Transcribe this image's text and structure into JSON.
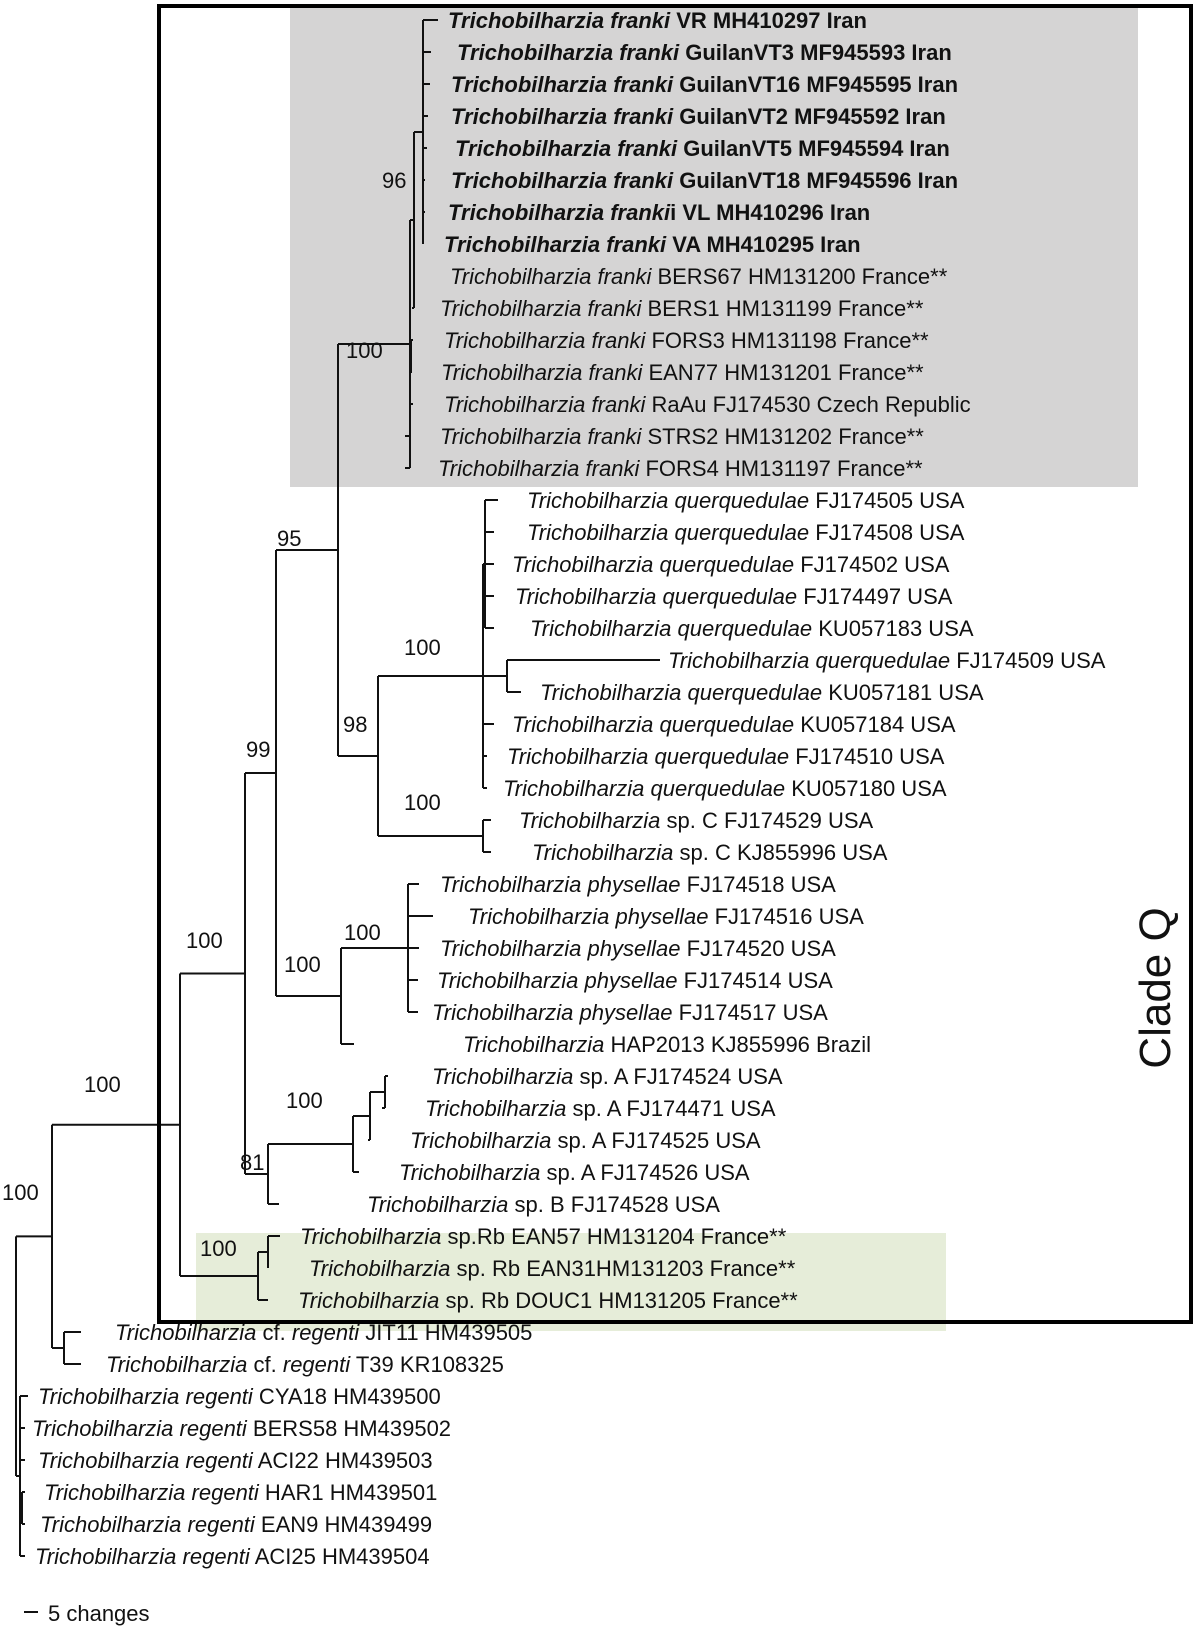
{
  "colors": {
    "franki_highlight": "#d5d4d4",
    "rb_highlight": "#e6edd9",
    "branch": "#111111",
    "clade_box": "#000000"
  },
  "clade_label": "Clade Q",
  "scale_label": "5 changes",
  "taxa": [
    {
      "genus": "Trichobilharzia",
      "epithet": " franki",
      "rest": " VR MH410297 Iran",
      "bold": true
    },
    {
      "genus": "Trichobilharzia",
      "epithet": " franki",
      "rest": " GuilanVT3 MF945593 Iran",
      "bold": true
    },
    {
      "genus": "Trichobilharzia",
      "epithet": " franki",
      "rest": " GuilanVT16 MF945595 Iran",
      "bold": true
    },
    {
      "genus": "Trichobilharzia",
      "epithet": " franki",
      "rest": " GuilanVT2 MF945592 Iran",
      "bold": true
    },
    {
      "genus": "Trichobilharzia",
      "epithet": " franki",
      "rest": " GuilanVT5 MF945594 Iran",
      "bold": true
    },
    {
      "genus": "Trichobilharzia",
      "epithet": " franki",
      "rest": " GuilanVT18 MF945596 Iran",
      "bold": true
    },
    {
      "genus": "Trichobilharzia",
      "epithet": " franki",
      "rest": "i VL MH410296 Iran",
      "bold": true
    },
    {
      "genus": "Trichobilharzia",
      "epithet": " franki",
      "rest": " VA MH410295 Iran",
      "bold": true
    },
    {
      "genus": "Trichobilharzia",
      "epithet": " franki",
      "rest": " BERS67 HM131200 France**",
      "bold": false
    },
    {
      "genus": "Trichobilharzia",
      "epithet": " franki",
      "rest": " BERS1 HM131199 France**",
      "bold": false
    },
    {
      "genus": "Trichobilharzia",
      "epithet": " franki",
      "rest": " FORS3 HM131198 France**",
      "bold": false
    },
    {
      "genus": "Trichobilharzia",
      "epithet": " franki",
      "rest": " EAN77 HM131201 France**",
      "bold": false
    },
    {
      "genus": "Trichobilharzia",
      "epithet": " franki",
      "rest": " RaAu FJ174530 Czech Republic",
      "bold": false
    },
    {
      "genus": "Trichobilharzia",
      "epithet": " franki",
      "rest": " STRS2 HM131202 France**",
      "bold": false
    },
    {
      "genus": "Trichobilharzia",
      "epithet": " franki",
      "rest": " FORS4 HM131197 France**",
      "bold": false
    },
    {
      "genus": "Trichobilharzia",
      "epithet": " querquedulae",
      "rest": " FJ174505 USA",
      "bold": false
    },
    {
      "genus": "Trichobilharzia",
      "epithet": " querquedulae",
      "rest": " FJ174508 USA",
      "bold": false
    },
    {
      "genus": "Trichobilharzia",
      "epithet": " querquedulae",
      "rest": " FJ174502 USA",
      "bold": false
    },
    {
      "genus": "Trichobilharzia",
      "epithet": " querquedulae",
      "rest": " FJ174497 USA",
      "bold": false
    },
    {
      "genus": "Trichobilharzia",
      "epithet": " querquedulae",
      "rest": " KU057183 USA",
      "bold": false
    },
    {
      "genus": "Trichobilharzia",
      "epithet": " querquedulae",
      "rest": " FJ174509 USA",
      "bold": false
    },
    {
      "genus": "Trichobilharzia",
      "epithet": " querquedulae",
      "rest": " KU057181 USA",
      "bold": false
    },
    {
      "genus": "Trichobilharzia",
      "epithet": " querquedulae",
      "rest": " KU057184 USA",
      "bold": false
    },
    {
      "genus": "Trichobilharzia",
      "epithet": " querquedulae",
      "rest": " FJ174510 USA",
      "bold": false
    },
    {
      "genus": "Trichobilharzia",
      "epithet": " querquedulae",
      "rest": " KU057180 USA",
      "bold": false
    },
    {
      "genus": "Trichobilharzia",
      "epithet": "",
      "rest": " sp. C  FJ174529 USA",
      "bold": false
    },
    {
      "genus": "Trichobilharzia",
      "epithet": "",
      "rest": " sp. C  KJ855996 USA",
      "bold": false
    },
    {
      "genus": "Trichobilharzia",
      "epithet": " physellae",
      "rest": " FJ174518 USA",
      "bold": false
    },
    {
      "genus": "Trichobilharzia",
      "epithet": " physellae",
      "rest": " FJ174516 USA",
      "bold": false
    },
    {
      "genus": "Trichobilharzia",
      "epithet": " physellae",
      "rest": " FJ174520 USA",
      "bold": false
    },
    {
      "genus": "Trichobilharzia",
      "epithet": " physellae",
      "rest": " FJ174514 USA",
      "bold": false
    },
    {
      "genus": "Trichobilharzia",
      "epithet": " physellae",
      "rest": " FJ174517 USA",
      "bold": false
    },
    {
      "genus": "Trichobilharzia",
      "epithet": "",
      "rest": " HAP2013 KJ855996 Brazil",
      "bold": false
    },
    {
      "genus": "Trichobilharzia",
      "epithet": "",
      "rest": " sp. A FJ174524 USA",
      "bold": false
    },
    {
      "genus": "Trichobilharzia",
      "epithet": "",
      "rest": " sp. A FJ174471 USA",
      "bold": false
    },
    {
      "genus": "Trichobilharzia",
      "epithet": "",
      "rest": " sp. A FJ174525 USA",
      "bold": false
    },
    {
      "genus": "Trichobilharzia",
      "epithet": "",
      "rest": " sp. A FJ174526 USA",
      "bold": false
    },
    {
      "genus": "Trichobilharzia",
      "epithet": "",
      "rest": " sp. B FJ174528 USA",
      "bold": false
    },
    {
      "genus": "Trichobilharzia",
      "epithet": "",
      "rest": " sp.Rb EAN57 HM131204 France**",
      "bold": false
    },
    {
      "genus": "Trichobilharzia",
      "epithet": "",
      "rest": " sp. Rb EAN31HM131203 France**",
      "bold": false
    },
    {
      "genus": "Trichobilharzia",
      "epithet": "",
      "rest": " sp. Rb DOUC1 HM131205 France**",
      "bold": false
    },
    {
      "genus": "Trichobilharzia",
      "epithet": "",
      "rest": " cf. ",
      "epithet2": "regenti",
      "rest2": " JIT11 HM439505",
      "bold": false
    },
    {
      "genus": "Trichobilharzia",
      "epithet": "",
      "rest": " cf. ",
      "epithet2": "regenti",
      "rest2": " T39 KR108325",
      "bold": false
    },
    {
      "genus": "Trichobilharzia",
      "epithet": " regenti",
      "rest": " CYA18 HM439500",
      "bold": false
    },
    {
      "genus": "Trichobilharzia",
      "epithet": " regenti",
      "rest": " BERS58 HM439502",
      "bold": false
    },
    {
      "genus": "Trichobilharzia",
      "epithet": " regenti",
      "rest": " ACI22 HM439503",
      "bold": false
    },
    {
      "genus": "Trichobilharzia",
      "epithet": " regenti",
      "rest": " HAR1 HM439501",
      "bold": false
    },
    {
      "genus": "Trichobilharzia",
      "epithet": " regenti",
      "rest": " EAN9 HM439499",
      "bold": false
    },
    {
      "genus": "Trichobilharzia",
      "epithet": " regenti",
      "rest": " ACI25 HM439504",
      "bold": false
    }
  ],
  "support_values": [
    "96",
    "100",
    "95",
    "100",
    "98",
    "99",
    "100",
    "100",
    "100",
    "100",
    "100",
    "81",
    "100",
    "100",
    "100"
  ]
}
